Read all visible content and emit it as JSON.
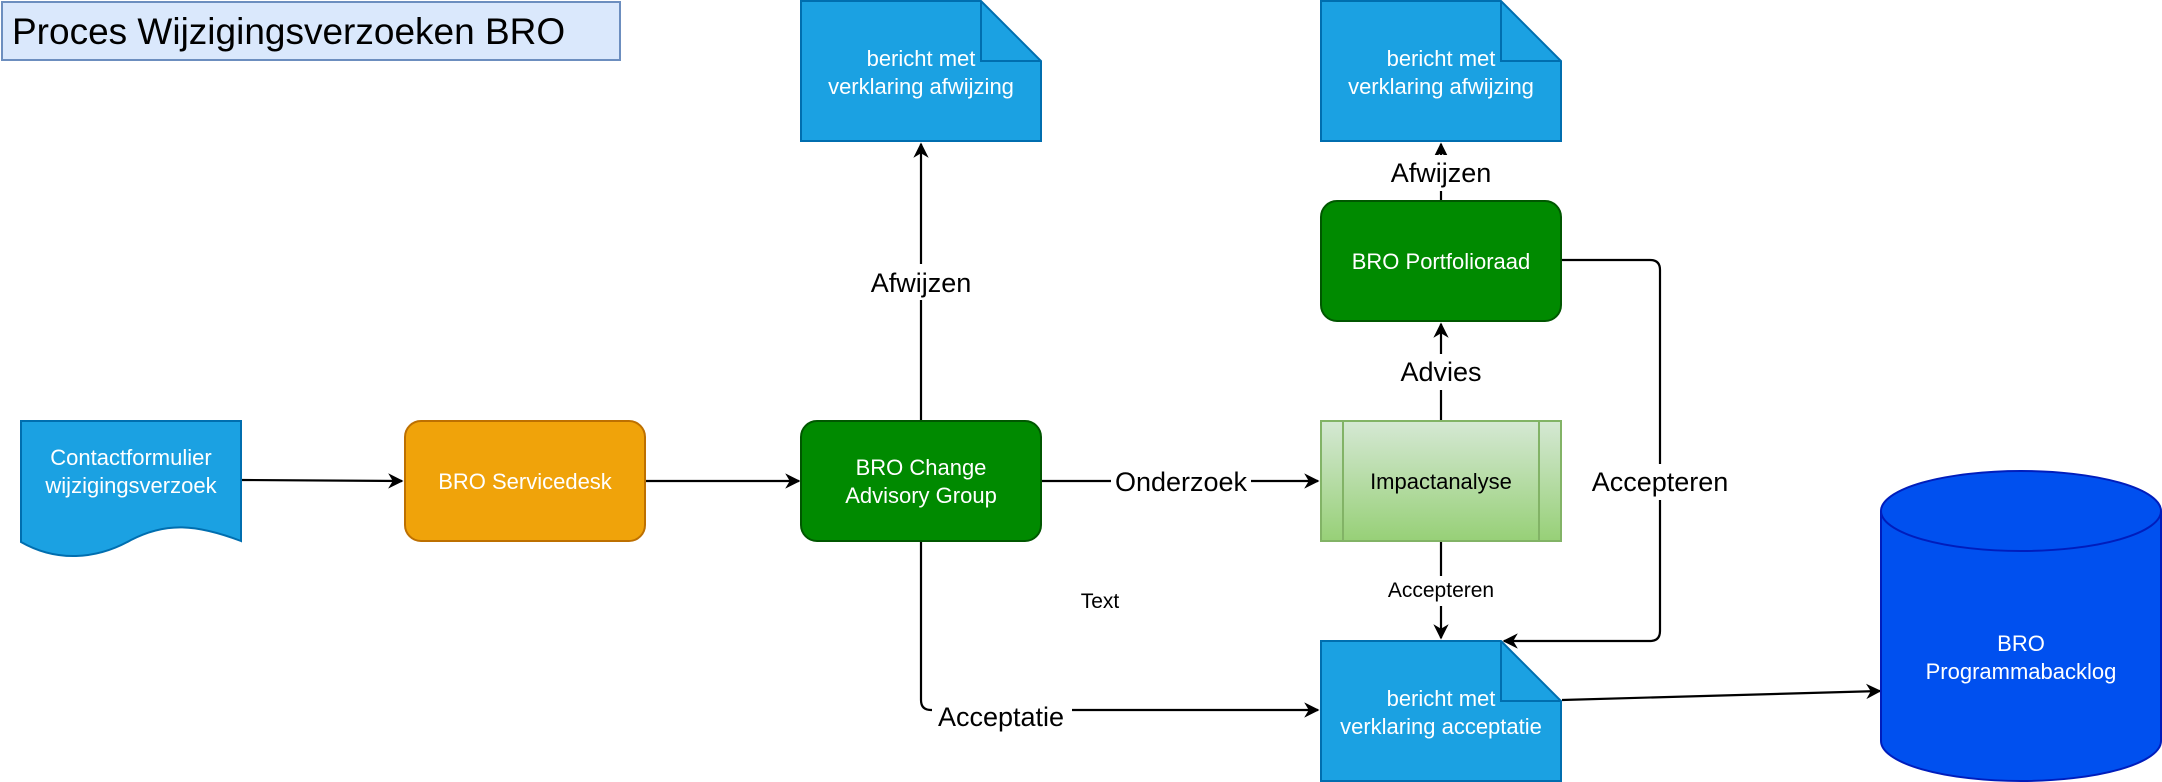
{
  "title": "Proces Wijzigingsverzoeken BRO",
  "colors": {
    "blue_doc": "#1ba1e2",
    "blue_doc_stroke": "#006eaf",
    "orange": "#f0a30a",
    "orange_stroke": "#bd7000",
    "green": "#008a00",
    "green_stroke": "#005700",
    "light_green_top": "#d5e8d4",
    "light_green_bottom": "#97d077",
    "light_green_stroke": "#82b366",
    "cylinder": "#0050ef",
    "cylinder_stroke": "#001dbc",
    "title_fill": "#dae8fc",
    "title_stroke": "#6c8ebf"
  },
  "nodes": {
    "contactformulier": {
      "line1": "Contactformulier",
      "line2": "wijzigingsverzoek"
    },
    "servicedesk": {
      "line1": "BRO Servicedesk"
    },
    "cag": {
      "line1": "BRO Change",
      "line2": "Advisory Group"
    },
    "impactanalyse": {
      "line1": "Impactanalyse"
    },
    "portfolioraad": {
      "line1": "BRO Portfolioraad"
    },
    "afwijzing_1": {
      "line1": "bericht met",
      "line2": "verklaring afwijzing"
    },
    "afwijzing_2": {
      "line1": "bericht met",
      "line2": "verklaring afwijzing"
    },
    "acceptatie_doc": {
      "line1": "bericht met",
      "line2": "verklaring acceptatie"
    },
    "backlog": {
      "line1": "BRO",
      "line2": "Programmabacklog"
    }
  },
  "edge_labels": {
    "afwijzen_cag": "Afwijzen",
    "afwijzen_portfolio": "Afwijzen",
    "onderzoek": "Onderzoek",
    "advies": "Advies",
    "accepteren_portfolio": "Accepteren",
    "accepteren_impact": "Accepteren",
    "acceptatie": "Acceptatie",
    "text_note": "Text"
  }
}
